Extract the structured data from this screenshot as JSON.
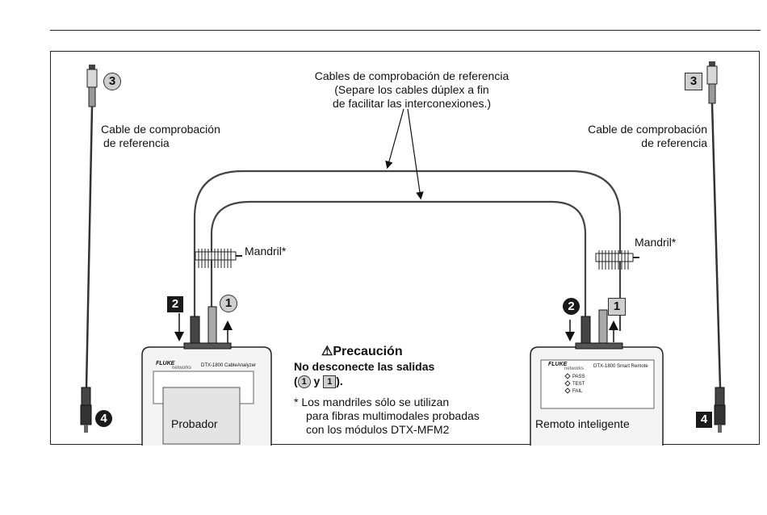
{
  "ref_cables_title": "Cables de comprobación de referencia",
  "ref_cables_note_1": "(Separe los cables dúplex a fin",
  "ref_cables_note_2": "de facilitar las interconexiones.)",
  "left_cable_label_1": "Cable de comprobación",
  "left_cable_label_2": "de referencia",
  "right_cable_label_1": "Cable de comprobación",
  "right_cable_label_2": "de referencia",
  "mandrel_left": "Mandril*",
  "mandrel_right": "Mandril*",
  "tester_label": "Probador",
  "remote_label": "Remoto inteligente",
  "caution": {
    "symbol": "⚠",
    "title": "Precaución",
    "line1": "No desconecte las salidas",
    "open": "(",
    "ref_circle": "1",
    "and": " y ",
    "ref_square": "1",
    "close": ")."
  },
  "footnote": {
    "star": "*",
    "line1": "Los mandriles sólo se utilizan",
    "line2": "para fibras multimodales probadas",
    "line3": "con los módulos DTX-MFM2"
  },
  "markers": {
    "left_top": "3",
    "right_top": "3",
    "left_bottom": "4",
    "right_bottom": "4",
    "tester_in": "2",
    "tester_out": "1",
    "remote_in": "2",
    "remote_out": "1"
  },
  "device_text": {
    "tester_brand": "FLUKE",
    "tester_sub": "networks",
    "tester_model": "DTX-1800 CableAnalyzer",
    "remote_brand": "FLUKE",
    "remote_sub": "networks",
    "remote_model": "DTX-1800 Smart Remote",
    "led_pass": "PASS",
    "led_test": "TEST",
    "led_fail": "FAIL"
  }
}
